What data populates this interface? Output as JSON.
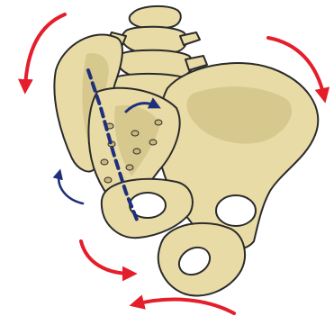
{
  "diagram": {
    "subject": "pelvis-and-lumbar-spine",
    "colors": {
      "background": "#ffffff",
      "bone_fill": "#e8dba6",
      "bone_shadow": "#c9b87a",
      "bone_outline": "#2b2b2b",
      "foramen_hole": "#ffffff",
      "axis_line": "#1f2f7a",
      "rotation_arrow_red": "#e41e2b",
      "rotation_arrow_navy": "#1f2f7a"
    },
    "arrows": [
      {
        "name": "top-left-rotation-arrow",
        "color": "rotation_arrow_red"
      },
      {
        "name": "top-right-rotation-arrow",
        "color": "rotation_arrow_red"
      },
      {
        "name": "sacrum-rotation-arrow",
        "color": "rotation_arrow_navy"
      },
      {
        "name": "left-small-rotation-arrow",
        "color": "rotation_arrow_navy"
      },
      {
        "name": "lower-left-rotation-arrow",
        "color": "rotation_arrow_red"
      },
      {
        "name": "bottom-rotation-arrow",
        "color": "rotation_arrow_red"
      }
    ]
  }
}
